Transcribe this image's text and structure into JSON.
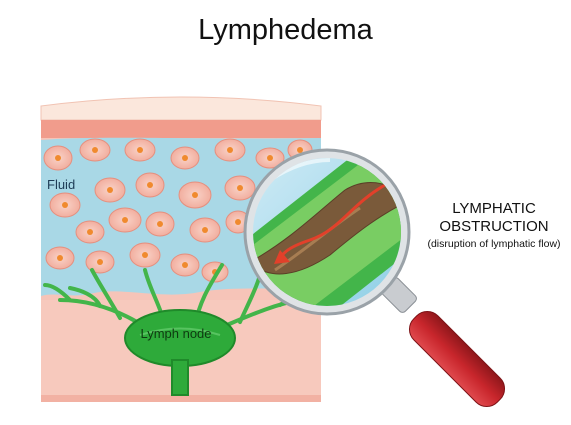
{
  "title": "Lymphedema",
  "labels": {
    "fluid": "Fluid",
    "lymph_node": "Lymph node"
  },
  "callout": {
    "line1": "LYMPHATIC",
    "line2": "OBSTRUCTION",
    "line3": "(disruption of lymphatic flow)"
  },
  "colors": {
    "skin": "#f3b6a8",
    "fluid": "#a9d8e6",
    "vessel": "#43b54a",
    "node": "#2eaa3a",
    "blockage": "#7a5a3a",
    "flow_arrow": "#e2402a",
    "handle": "#c8262c"
  }
}
